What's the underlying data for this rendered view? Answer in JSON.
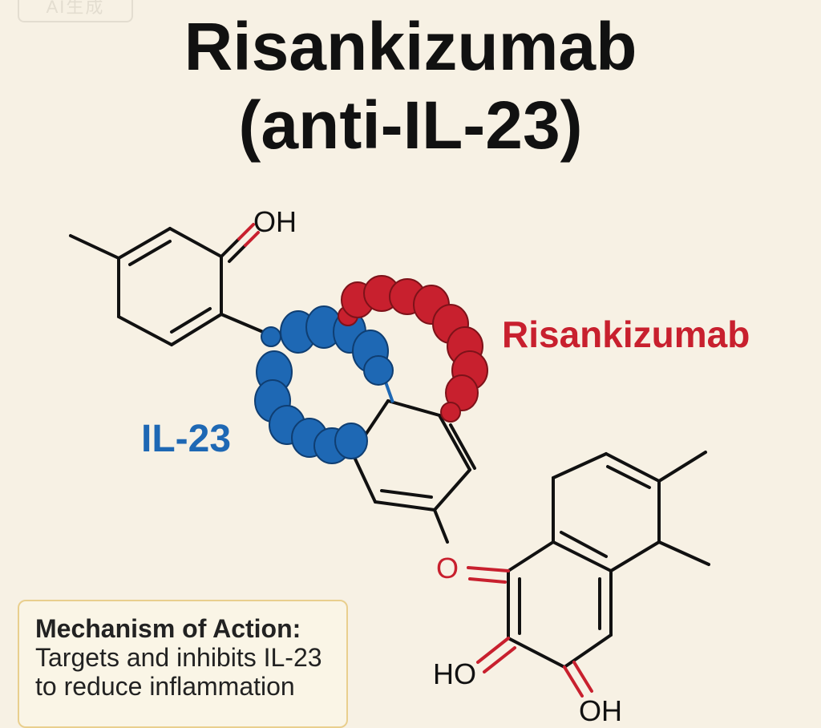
{
  "watermark": "AI生成",
  "title": {
    "line1": "Risankizumab",
    "line2": "(anti-IL-23)"
  },
  "labels": {
    "risankizumab": "Risankizumab",
    "il23": "IL-23"
  },
  "atoms": {
    "oh_top": "OH",
    "o_mid": "O",
    "ho_bottom": "HO",
    "oh_bottom": "OH"
  },
  "mechanism": {
    "title": "Mechanism of Action:",
    "text": "Targets and inhibits IL-23 to reduce inflammation"
  },
  "colors": {
    "background": "#f7f1e4",
    "il23_blue": "#1e68b4",
    "risankizumab_red": "#c8202e",
    "bond_black": "#111111"
  }
}
